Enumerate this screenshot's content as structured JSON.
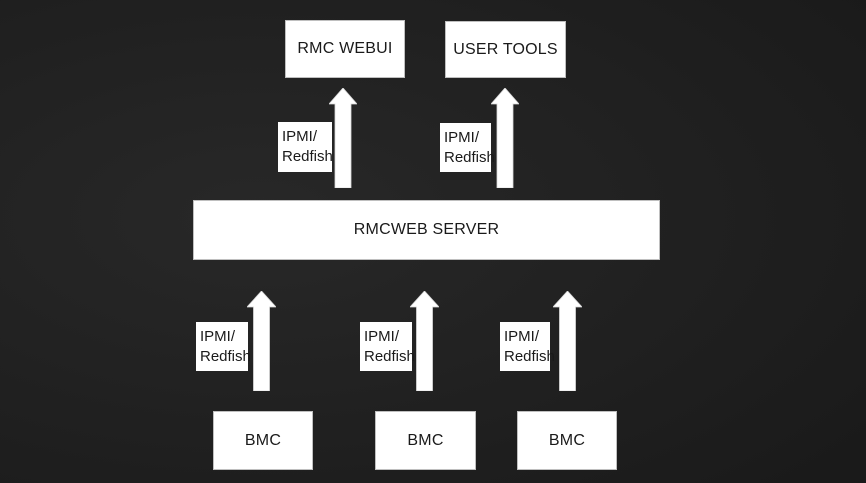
{
  "slide": {
    "boxes": {
      "rmc_webui": "RMC WEBUI",
      "user_tools": "USER TOOLS",
      "rmcweb_server": "RMCWEB SERVER",
      "bmc": [
        "BMC",
        "BMC",
        "BMC"
      ]
    },
    "protocol_label": {
      "line1": "IPMI/",
      "line2": "Redfish"
    },
    "colors": {
      "background_center": "#282828",
      "background_edge": "#121212",
      "box_fill": "#ffffff",
      "box_border": "#bfbfbf",
      "text": "#1a1a1a",
      "arrow_fill": "#ffffff"
    }
  }
}
